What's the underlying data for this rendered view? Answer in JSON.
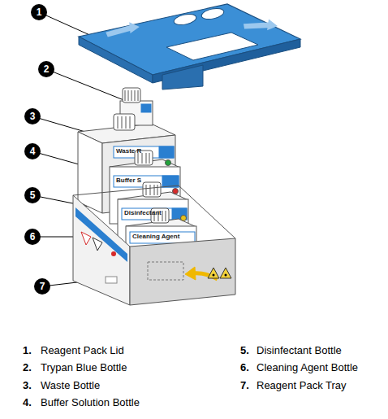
{
  "diagram": {
    "nodes": [
      {
        "text": [
          "1"
        ]
      },
      {
        "text": [
          "2"
        ]
      },
      {
        "text": [
          "3"
        ]
      },
      {
        "text": [
          "4"
        ]
      },
      {
        "text": [
          "5"
        ]
      },
      {
        "text": [
          "6"
        ]
      },
      {
        "text": [
          "7"
        ]
      }
    ],
    "labels": [
      "Waste R",
      "Buffer S",
      "Disinfectant",
      "Cleaning Agent",
      "1.",
      "Reagent Pack Lid",
      "2.",
      "Trypan Blue Bottle",
      "3.",
      "Waste Bottle",
      "4.",
      "Buffer Solution Bottle",
      "5.",
      "Disinfectant Bottle",
      "6.",
      "Cleaning Agent Bottle",
      "7.",
      "Reagent Pack Tray"
    ]
  }
}
